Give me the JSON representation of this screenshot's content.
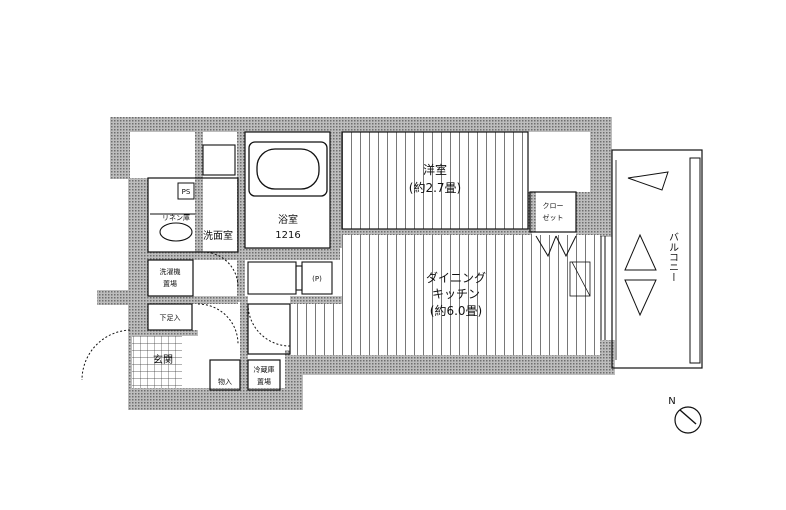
{
  "rooms": {
    "western": {
      "name": "洋室",
      "area": "(約2.7畳)"
    },
    "dining": {
      "line1": "ダイニング",
      "line2": "キッチン",
      "area": "(約6.0畳)"
    },
    "bath": {
      "name": "浴室",
      "size": "1216"
    },
    "washroom": {
      "name": "洗面室"
    },
    "linen": {
      "name": "リネン庫"
    },
    "entrance": {
      "name": "玄関"
    },
    "shoe": {
      "name": "下足入"
    },
    "storage": {
      "name": "物入"
    },
    "closet": {
      "name": "クローゼット",
      "line1": "クロー",
      "line2": "ゼット"
    },
    "balcony": {
      "name": "バルコニー"
    },
    "washer": {
      "line1": "洗濯機",
      "line2": "置場"
    },
    "fridge": {
      "line1": "冷蔵庫",
      "line2": "置場"
    },
    "ps": {
      "name": "PS"
    },
    "pipe": {
      "name": "(P)"
    }
  },
  "compass": {
    "label": "N"
  },
  "colors": {
    "wall": "#8f8f8f",
    "line": "#111111",
    "floor_stripe": "#555555"
  }
}
